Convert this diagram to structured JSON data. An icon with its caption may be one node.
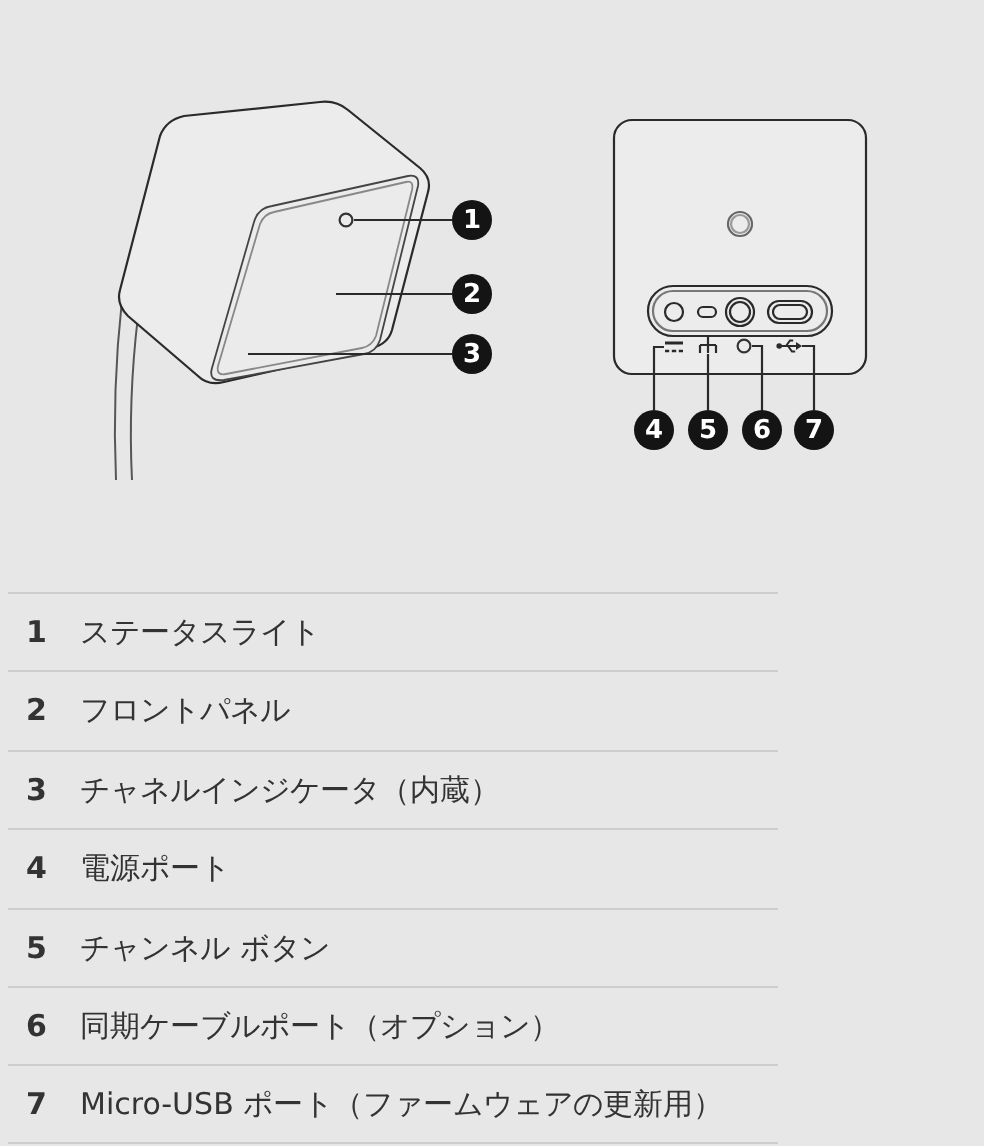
{
  "diagram": {
    "nodes": [
      {
        "text": [
          "1"
        ]
      },
      {
        "text": [
          "2"
        ]
      },
      {
        "text": [
          "3"
        ]
      },
      {
        "text": [
          "4"
        ]
      },
      {
        "text": [
          "5"
        ]
      },
      {
        "text": [
          "6"
        ]
      },
      {
        "text": [
          "7"
        ]
      },
      {
        "text": [],
        "shape": "box"
      },
      {
        "text": [],
        "shape": "circle",
        "in": 7
      },
      {
        "text": [],
        "shape": "picture"
      },
      {
        "text": [],
        "shape": "picture"
      },
      {
        "text": [],
        "shape": "circle"
      },
      {
        "text": [],
        "shape": "picture"
      }
    ],
    "edges": [
      {
        "from": 0,
        "to": 8,
        "arrow": "none"
      },
      {
        "from": 1,
        "to": 7,
        "arrow": "none"
      },
      {
        "from": 2,
        "to": 7,
        "arrow": "none"
      },
      {
        "from": 3,
        "to": 9,
        "arrow": "none"
      },
      {
        "from": 4,
        "to": 10,
        "arrow": "none"
      },
      {
        "from": 5,
        "to": 11,
        "arrow": "none"
      },
      {
        "from": 6,
        "to": 12,
        "arrow": "none"
      }
    ],
    "labels": [
      "1",
      "ステータスライト",
      "2",
      "フロントパネル",
      "3",
      "チャネルインジケータ（内蔵）",
      "4",
      "電源ポート",
      "5",
      "チャンネル ボタン",
      "6",
      "同期ケーブルポート（オプション）",
      "7",
      "Micro-USB ポート（ファームウェアの更新用）"
    ]
  }
}
